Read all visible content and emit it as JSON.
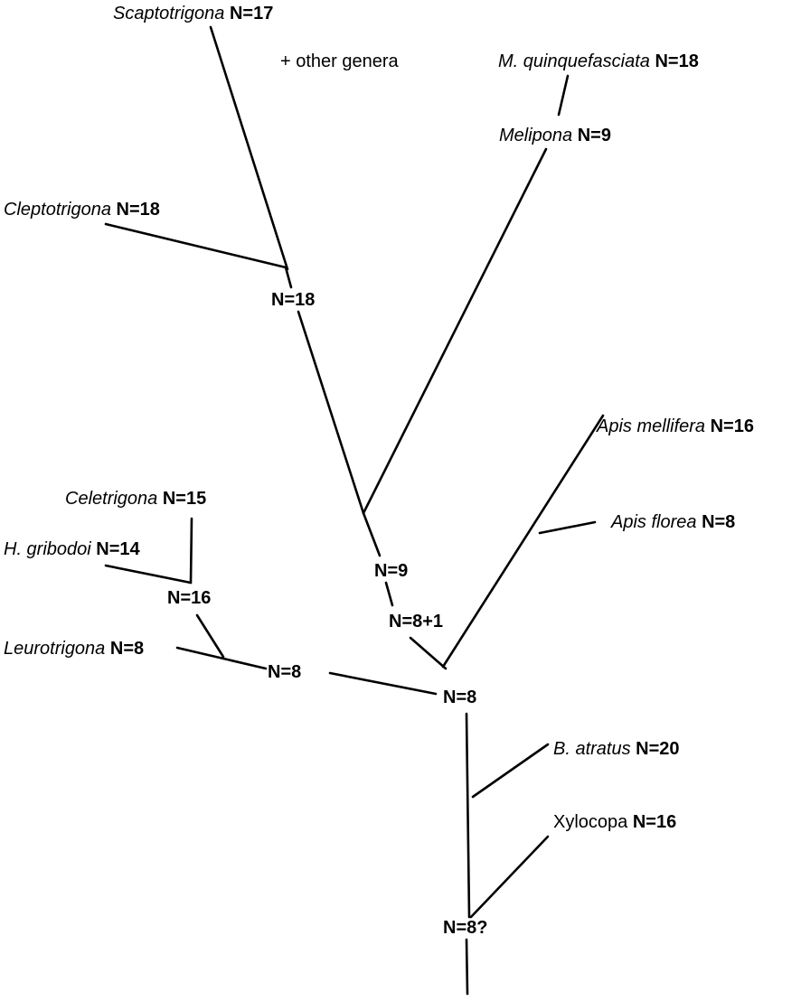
{
  "tips": {
    "scaptotrigona": {
      "name": "Scaptotrigona",
      "n": "N=17"
    },
    "other_genera": "+ other genera",
    "m_quinquefasciata": {
      "name": "M. quinquefasciata",
      "n": "N=18"
    },
    "melipona": {
      "name": "Melipona",
      "n": "N=9"
    },
    "cleptotrigona": {
      "name": "Cleptotrigona",
      "n": "N=18"
    },
    "apis_mellifera": {
      "name": "Apis mellifera",
      "n": "N=16"
    },
    "apis_florea": {
      "name": "Apis florea",
      "n": "N=8"
    },
    "celetrigona": {
      "name": "Celetrigona",
      "n": "N=15"
    },
    "h_gribodoi": {
      "name": "H. gribodoi",
      "n": "N=14"
    },
    "leurotrigona": {
      "name": "Leurotrigona",
      "n": "N=8"
    },
    "b_atratus": {
      "name": "B. atratus",
      "n": "N=20"
    },
    "xylocopa": {
      "name": "Xylocopa",
      "n": "N=16"
    }
  },
  "nodes": {
    "meliponini_crown": "N=18",
    "meliponini_base": "N=9",
    "apini_meliponini": "N=8+1",
    "celetrigona_clade": "N=16",
    "leurotrigona_clade": "N=8",
    "corbiculate": "N=8",
    "root": "N=8?"
  }
}
